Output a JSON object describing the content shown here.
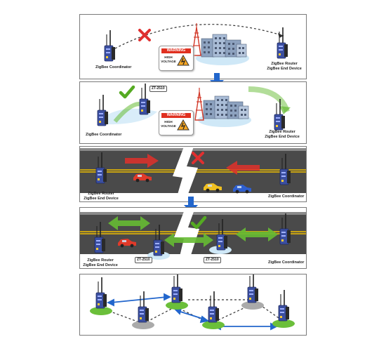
{
  "panel1": {
    "left_label": "ZigBee Coordinator",
    "right_label_1": "ZigBee Router",
    "right_label_2": "ZigBee End Device",
    "warning_title": "WARNING",
    "warning_text_1": "HIGH",
    "warning_text_2": "VOLTAGE"
  },
  "panel2": {
    "left_label": "ZigBee Coordinator",
    "repeater_tag": "ZT-2510",
    "right_label_1": "ZigBee Router",
    "right_label_2": "ZigBee End Device",
    "warning_title": "WARNING",
    "warning_text_1": "HIGH",
    "warning_text_2": "VOLTAGE"
  },
  "panel3": {
    "left_label_1": "ZigBee Router",
    "left_label_2": "ZigBee End Device",
    "right_label": "ZigBee Coordinator"
  },
  "panel4": {
    "left_label_1": "ZigBee Router",
    "left_label_2": "ZigBee End Device",
    "repeater_tag_left": "ZT-2510",
    "repeater_tag_right": "ZT-2510",
    "right_label": "ZigBee Coordinator"
  },
  "colors": {
    "device_blue": "#3b4fa0",
    "arrow_red": "#e0302a",
    "arrow_green": "#66bb33",
    "arrow_blue": "#2266cc",
    "road": "#4a4a4a",
    "road_line": "#f0c000",
    "check_green": "#55aa22",
    "cross_red": "#e03030"
  },
  "icons": [
    "router-icon",
    "building-icon",
    "tower-icon",
    "warning-icon",
    "cross-icon",
    "check-icon",
    "car-icon",
    "arrow-icon"
  ]
}
